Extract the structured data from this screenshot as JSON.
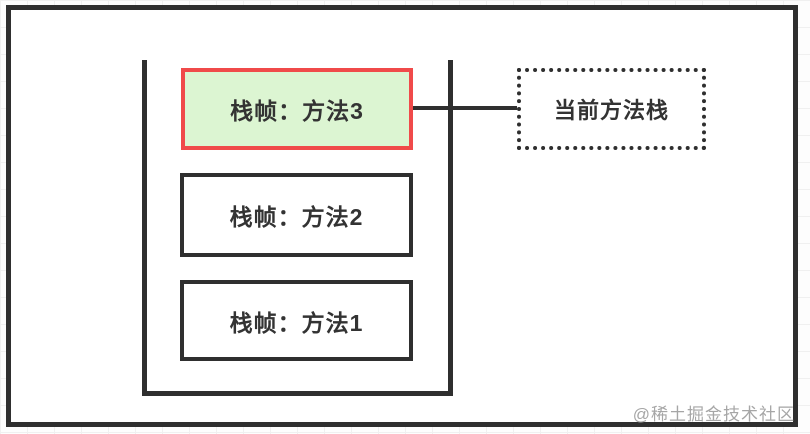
{
  "diagram": {
    "type": "jvm-stack-diagram",
    "stack": {
      "frames": [
        {
          "label": "栈帧：方法3",
          "highlighted": true
        },
        {
          "label": "栈帧：方法2",
          "highlighted": false
        },
        {
          "label": "栈帧：方法1",
          "highlighted": false
        }
      ]
    },
    "callout": {
      "label": "当前方法栈"
    },
    "watermark": "@稀土掘金技术社区",
    "colors": {
      "line": "#2f2f2f",
      "highlight_border": "#f04a4a",
      "highlight_fill": "#dcf5d2",
      "text": "#333333",
      "watermark": "#a6a6a6",
      "grid_line": "#f0f0f0",
      "background": "#fdfdfd"
    }
  }
}
